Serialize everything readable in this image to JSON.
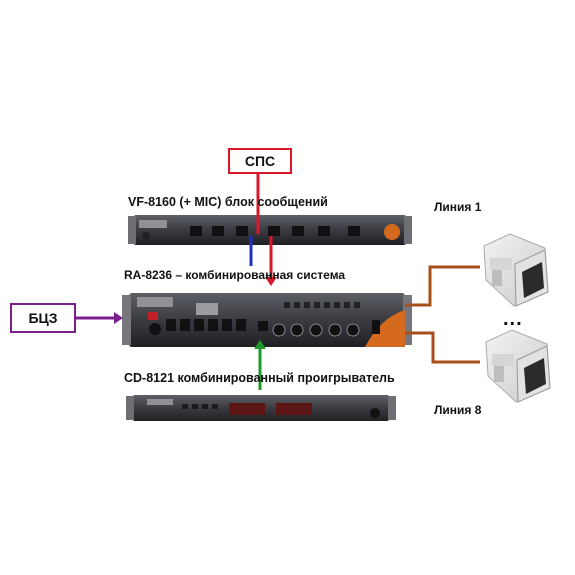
{
  "labels": {
    "sps": "СПС",
    "bcz": "БЦЗ",
    "vf_unit": "VF-8160 (+ MIC) блок сообщений",
    "ra_unit": "RA-8236 – комбинированная система",
    "cd_unit": "CD-8121 комбинированный проигрыватель",
    "line_1": "Линия 1",
    "line_8": "Линия 8",
    "ellipsis": "..."
  },
  "colors": {
    "sps_line": "#d8182a",
    "vf_to_ra_line": "#1f2fbf",
    "cd_to_ra_line": "#1e9a2a",
    "bcz_line": "#7a1f8c",
    "speaker_line": "#a8501c",
    "sps_box_border": "#d8182a",
    "bcz_box_border": "#7a1f8c"
  },
  "icons": [
    "rack-unit-vf8160",
    "rack-unit-ra8236",
    "rack-unit-cd8121",
    "horn-speaker"
  ]
}
